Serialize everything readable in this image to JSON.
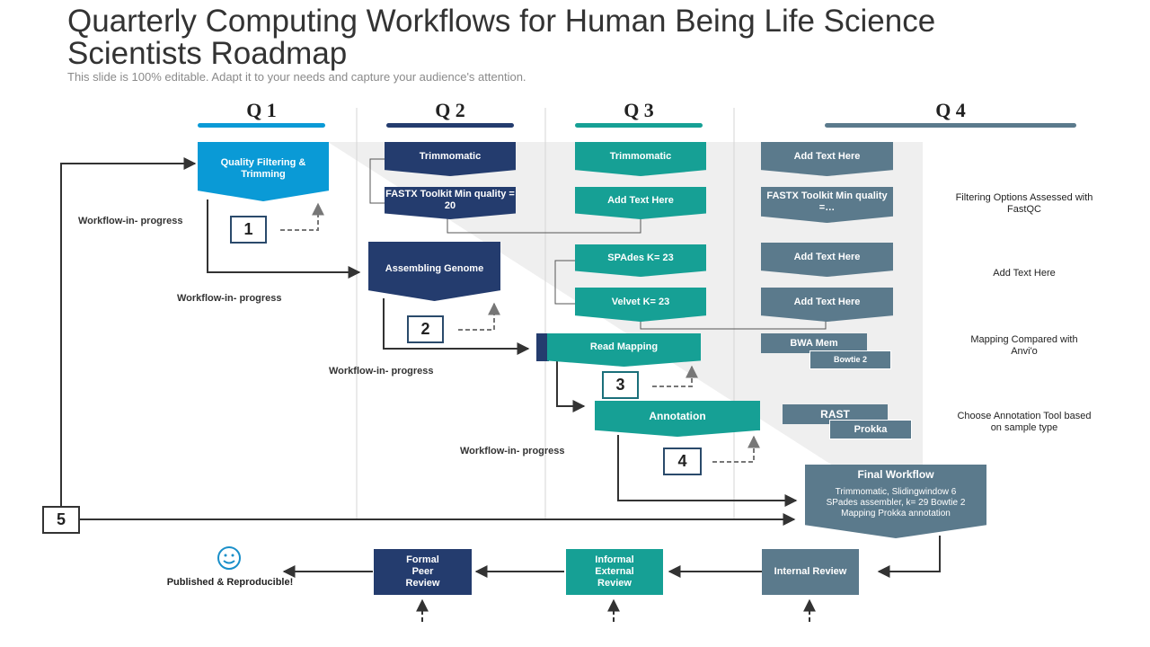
{
  "title": "Quarterly Computing Workflows for Human Being Life Science Scientists Roadmap",
  "subtitle": "This slide is 100% editable. Adapt it to your needs and capture your audience's attention.",
  "quarters": [
    "Q 1",
    "Q 2",
    "Q 3",
    "Q 4"
  ],
  "colors": {
    "q1": "#0a9ad6",
    "q2": "#243c6e",
    "q3": "#16a095",
    "q4": "#5b7a8c"
  },
  "q1": {
    "box": "Quality Filtering & Trimming"
  },
  "q2": {
    "trim": "Trimmomatic",
    "fastx": "FASTX Toolkit Min quality = 20",
    "assemble": "Assembling Genome"
  },
  "q3": {
    "trim": "Trimmomatic",
    "add": "Add Text Here",
    "spades": "SPAdes K= 23",
    "velvet": "Velvet K= 23",
    "mapping": "Read Mapping",
    "annotation": "Annotation"
  },
  "q4": {
    "add1": "Add Text Here",
    "fastx": "FASTX Toolkit Min quality =…",
    "add2": "Add Text Here",
    "add3": "Add Text Here",
    "bwa": "BWA Mem",
    "bowtie": "Bowtie 2",
    "rast": "RAST",
    "prokka": "Prokka"
  },
  "notes": {
    "filtering": "Filtering Options Assessed with FastQC",
    "add": "Add Text Here",
    "mapping": "Mapping Compared with Anvi'o",
    "annotation": "Choose Annotation Tool based on sample type"
  },
  "final": {
    "title": "Final Workflow",
    "body": "Trimmomatic, Slidingwindow 6 SPades assembler, k= 29 Bowtie 2 Mapping Prokka annotation"
  },
  "wip": [
    "Workflow-in- progress",
    "Workflow-in- progress",
    "Workflow-in- progress",
    "Workflow-in- progress"
  ],
  "steps": [
    "1",
    "2",
    "3",
    "4",
    "5"
  ],
  "reviews": {
    "internal": "Internal Review",
    "informal": "Informal External Review",
    "formal": "Formal Peer Review"
  },
  "published": "Published & Reproducible!"
}
